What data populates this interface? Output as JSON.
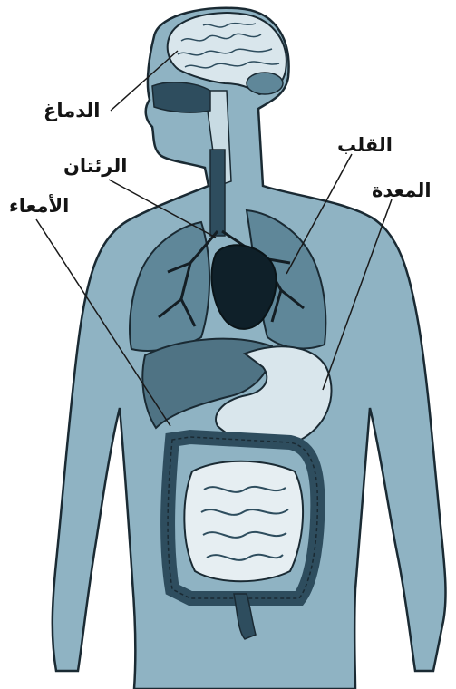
{
  "colors": {
    "body_fill": "#8fb3c3",
    "outline": "#1a2a33",
    "organ_dark": "#2e4d5e",
    "organ_mid": "#5f8799",
    "organ_light": "#c8dbe3",
    "leader_line": "#1a1a1a"
  },
  "labels": {
    "brain": "الدماغ",
    "lungs": "الرئتان",
    "intestines": "الأمعاء",
    "heart": "القلب",
    "stomach": "المعدة"
  }
}
